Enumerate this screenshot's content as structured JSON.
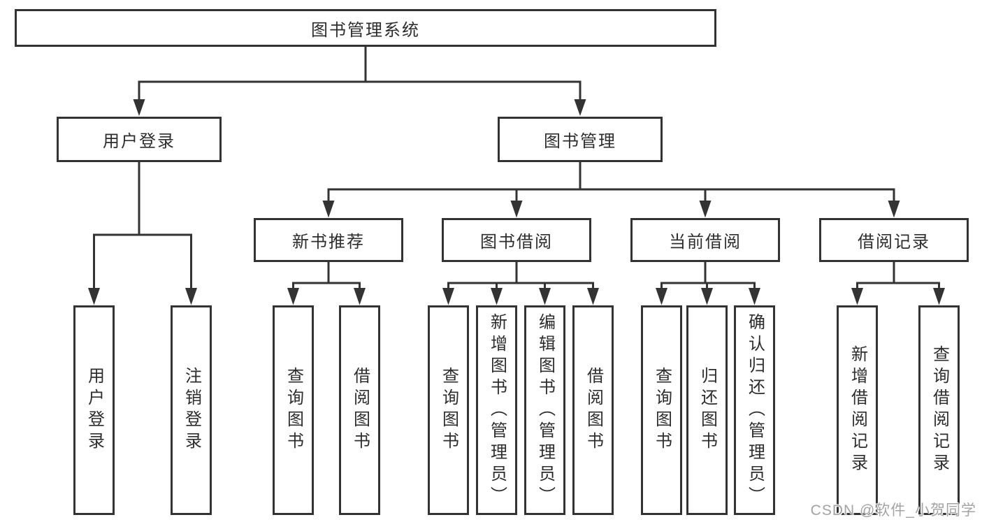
{
  "diagram_title": "图书管理系统",
  "colors": {
    "line": "#333333",
    "box_border": "#333333",
    "box_background": "#ffffff",
    "text": "#2d2d2d",
    "watermark_text_color": "#a3a3a3"
  },
  "tree": {
    "root": {
      "label": "图书管理系统"
    },
    "branches": [
      {
        "label": "用户登录",
        "children": [
          {
            "label": "用户登录"
          },
          {
            "label": "注销登录"
          }
        ]
      },
      {
        "label": "图书管理",
        "children": [
          {
            "label": "新书推荐",
            "children": [
              {
                "label": "查询图书"
              },
              {
                "label": "借阅图书"
              }
            ]
          },
          {
            "label": "图书借阅",
            "children": [
              {
                "label": "查询图书"
              },
              {
                "label": "新增图书（管理员）"
              },
              {
                "label": "编辑图书（管理员）"
              },
              {
                "label": "借阅图书"
              }
            ]
          },
          {
            "label": "当前借阅",
            "children": [
              {
                "label": "查询图书"
              },
              {
                "label": "归还图书"
              },
              {
                "label": "确认归还（管理员）"
              }
            ]
          },
          {
            "label": "借阅记录",
            "children": [
              {
                "label": "新增借阅记录"
              },
              {
                "label": "查询借阅记录"
              }
            ]
          }
        ]
      }
    ]
  },
  "watermark": {
    "text": "CSDN @软件_小贺同学"
  }
}
